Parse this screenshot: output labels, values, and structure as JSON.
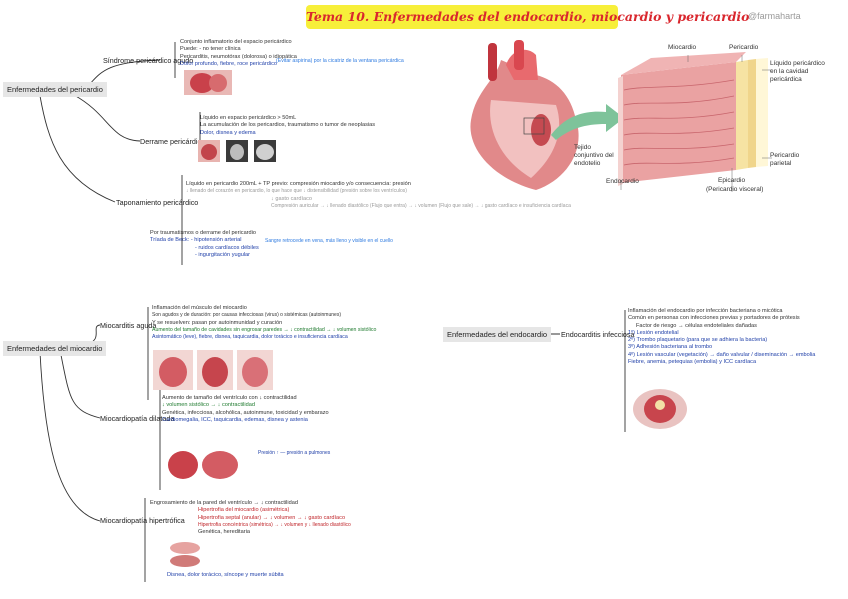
{
  "title": "Tema 10. Enfermedades del endocardio, miocardio y pericardio",
  "handle": "@farmaharta",
  "pericardio": {
    "root": "Enfermedades del pericardio",
    "branches": [
      {
        "label": "Síndrome pericárdico agudo",
        "notes": [
          {
            "t": "Conjunto inflamatorio del espacio pericárdico",
            "c": ""
          },
          {
            "t": "Puede: - no tener clínica",
            "c": ""
          },
          {
            "t": "Pericarditis, neumotórax (dolorosa) o idiopática",
            "c": ""
          },
          {
            "t": "Dolor profundo, fiebre, roce pericárdico",
            "c": "blue"
          }
        ],
        "side_note": "(Evitar aspirina) por la cicatriz de la ventana pericárdica"
      },
      {
        "label": "Derrame pericárdico",
        "notes": [
          {
            "t": "Líquido en espacio pericárdico > 50mL",
            "c": ""
          },
          {
            "t": "La acumulación de los pericardios, traumatismo o tumor de neoplasias",
            "c": ""
          },
          {
            "t": "Dolor, disnea y edema",
            "c": "blue"
          }
        ]
      },
      {
        "label": "Taponamiento pericárdico",
        "notes": [
          {
            "t": "Líquido en pericardio 200mL + TP previo: compresión miocardio y/o consecuencia: presión",
            "c": ""
          },
          {
            "t": "↓ llenado del corazón en pericardio, lo que hace que ↓ distensibilidad (presión sobre los ventrículos)",
            "c": "gray"
          },
          {
            "t": "↓ gasto cardíaco",
            "c": "gray"
          },
          {
            "t": "Compresión auricular → ↓ llenado diastólico (Flujo que entra) → ↓ volumen (Flujo que sale) → ↓ gasto cardíaco e insuficiencia cardíaca",
            "c": "gray"
          },
          {
            "t": "Por traumatismos o derrame del pericardio",
            "c": ""
          },
          {
            "t": "Tríada de Beck: - hipotensión arterial",
            "c": "blue"
          },
          {
            "t": "- ruidos cardíacos débiles",
            "c": "blue"
          },
          {
            "t": "- ingurgitación yugular",
            "c": "blue"
          }
        ],
        "side_note": "Sangre retrocede en vena, más lleno y visible en el cuello"
      }
    ]
  },
  "miocardio": {
    "root": "Enfermedades del miocardio",
    "branches": [
      {
        "label": "Miocarditis aguda",
        "notes": [
          {
            "t": "Inflamación del músculo del miocardio",
            "c": ""
          },
          {
            "t": "Son agudos y de duración: por causas infecciosas (virus) o sistémicas (autoinmunes)",
            "c": ""
          },
          {
            "t": "Y se resuelven: pasan por autoinmunidad y curación",
            "c": ""
          },
          {
            "t": "Aumento del tamaño de cavidades sin engrosar paredes → ↓ contractilidad → ↓ volumen sistólico",
            "c": "green"
          },
          {
            "t": "Asintomático (leve), fiebre, disnea, taquicardia, dolor torácico e insuficiencia cardíaca",
            "c": "blue"
          }
        ]
      },
      {
        "label": "Miocardiopatía dilatada",
        "notes": [
          {
            "t": "Aumento de tamaño del ventrículo con ↓ contractilidad",
            "c": ""
          },
          {
            "t": "↓ volumen sistólico → ↓ contractilidad",
            "c": "green"
          },
          {
            "t": "Genética, infecciosa, alcohólica, autoinmune, toxicidad y embarazo",
            "c": ""
          },
          {
            "t": "Cardiomegalia, ICC, taquicardia, edemas, disnea y astenia",
            "c": "blue"
          }
        ],
        "side_note": "Presión ↑ — presión a pulmones"
      },
      {
        "label": "Miocardiopatía hipertrófica",
        "notes": [
          {
            "t": "Engrosamiento de la pared del ventrículo → ↓ contractilidad",
            "c": ""
          },
          {
            "t": "Hipertrofia del miocardio (asimétrica)",
            "c": "red"
          },
          {
            "t": "Hipertrofia septal (anular) → ↓ volumen → ↓ gasto cardíaco",
            "c": "red"
          },
          {
            "t": "Hipertrofia concéntrica (simétrica) → ↓ volumen y ↓ llenado diastólico",
            "c": "red"
          },
          {
            "t": "Genética, hereditaria",
            "c": ""
          },
          {
            "t": "Disnea, dolor torácico, síncope y muerte súbita",
            "c": "blue"
          }
        ]
      }
    ]
  },
  "endocardio": {
    "root": "Enfermedades del endocardio",
    "branches": [
      {
        "label": "Endocarditis infecciosa",
        "notes": [
          {
            "t": "Inflamación del endocardio por infección bacteriana o micótica",
            "c": ""
          },
          {
            "t": "Común en personas con infecciones previas y portadores de prótesis",
            "c": ""
          },
          {
            "t": "Factor de riesgo → células endoteliales dañadas",
            "c": ""
          },
          {
            "t": "1º) Lesión endotelial",
            "c": "blue"
          },
          {
            "t": "2º) Trombo plaquetario (para que se adhiera la bacteria)",
            "c": "blue"
          },
          {
            "t": "3º) Adhesión bacteriana al trombo",
            "c": "blue"
          },
          {
            "t": "4º) Lesión vascular (vegetación) → daño valvular / diseminación → embolia",
            "c": "blue"
          },
          {
            "t": "Fiebre, anemia, petequias (embolia) y ICC cardíaca",
            "c": "blue"
          }
        ]
      }
    ]
  },
  "diagram": {
    "labels": {
      "miocardio": "Miocardio",
      "pericardio": "Pericardio",
      "liquido": "Líquido pericárdico en la cavidad pericárdica",
      "parietal": "Pericardio parietal",
      "tejido": "Tejido conjuntivo del endotelio",
      "endocardio": "Endocardio",
      "epicardio": "Epicardio",
      "visceral": "(Pericardio visceral)"
    }
  },
  "colors": {
    "title_bg": "#f7ef3a",
    "title_text": "#d9272e",
    "blue": "#1f3fa8",
    "green": "#1e7a2e"
  }
}
